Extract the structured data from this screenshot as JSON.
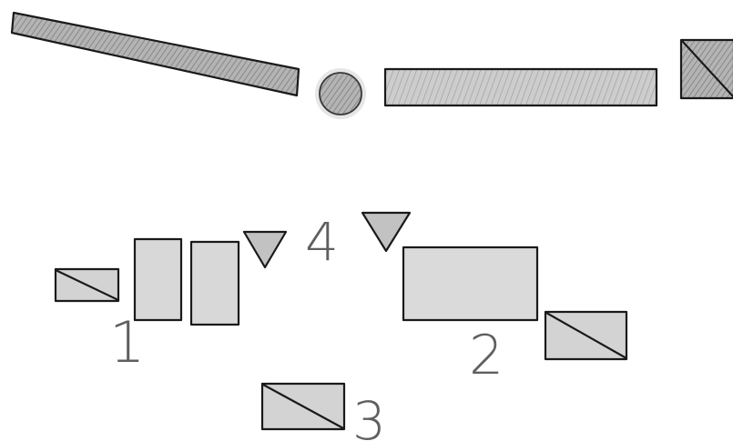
{
  "diagram": {
    "labels": {
      "one": "1",
      "two": "2",
      "three": "3",
      "four": "4"
    },
    "colors": {
      "background": "#ffffff",
      "ink": "#1a1a1a",
      "shade_dark": "#a9a9a9",
      "shade_light": "#dcdcdc",
      "label_ink": "#5f5f5f"
    }
  }
}
